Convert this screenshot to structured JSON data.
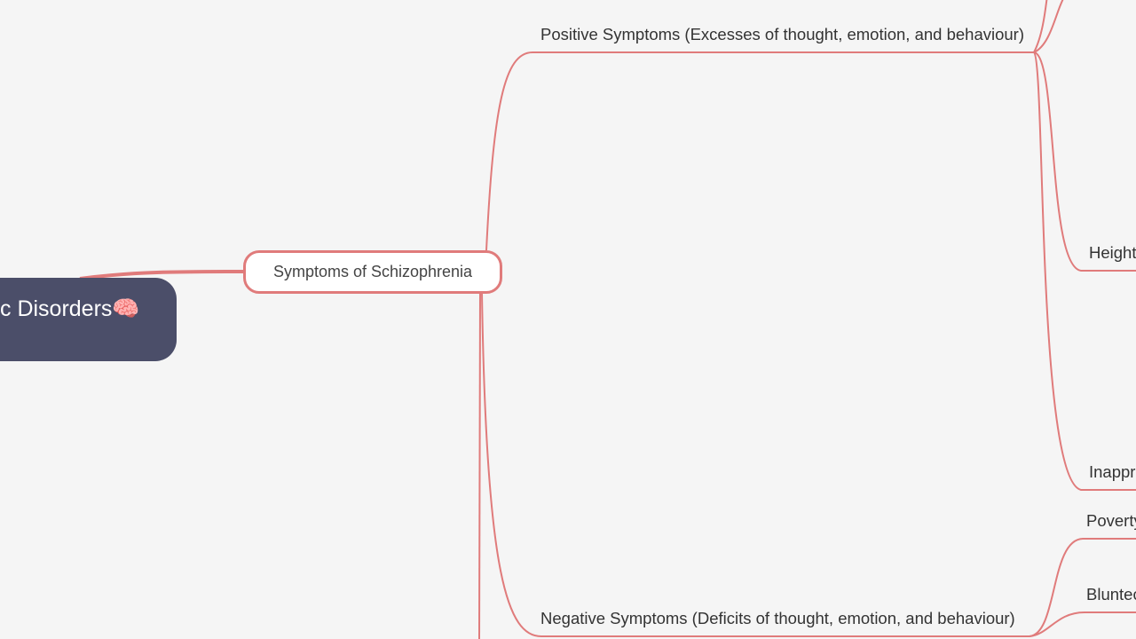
{
  "mindmap": {
    "root": {
      "label": "c Disorders🧠"
    },
    "main_topic": {
      "label": "Symptoms of Schizophrenia"
    },
    "branches": [
      {
        "label": "Positive Symptoms (Excesses of thought, emotion, and behaviour)",
        "children": [
          "Height",
          "Inappr"
        ]
      },
      {
        "label": "Negative Symptoms (Deficits of thought, emotion, and behaviour)",
        "children": [
          "Poverty",
          "Bluntec"
        ]
      }
    ]
  },
  "colors": {
    "line": "#e07b7b",
    "root_bg": "#4b4e69",
    "background": "#f5f5f5"
  }
}
